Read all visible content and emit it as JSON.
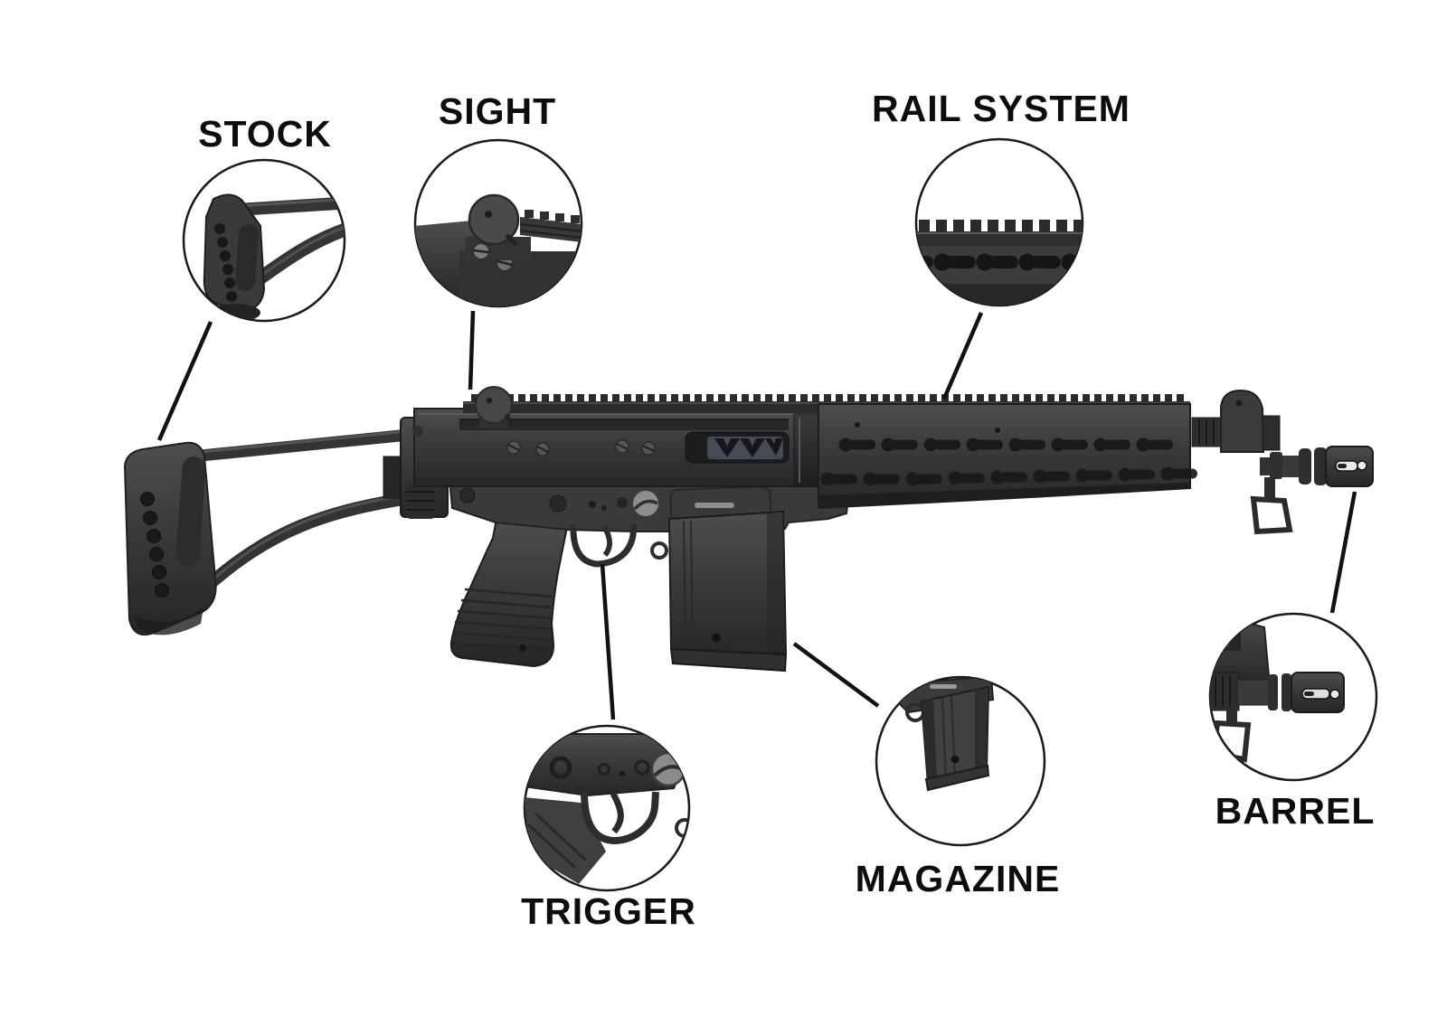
{
  "theme": {
    "background": "#ffffff",
    "label_color": "#0d0d0d",
    "line_color": "#121212",
    "circle_stroke": "#1a1a1a"
  },
  "diagram": {
    "subject": "tactical-rifle-parts-diagram",
    "callout_shape": "magnifier-circle"
  },
  "parts": [
    {
      "id": "stock",
      "label": "STOCK"
    },
    {
      "id": "sight",
      "label": "SIGHT"
    },
    {
      "id": "rail_system",
      "label": "RAIL SYSTEM"
    },
    {
      "id": "trigger",
      "label": "TRIGGER"
    },
    {
      "id": "magazine",
      "label": "MAGAZINE"
    },
    {
      "id": "barrel",
      "label": "BARREL"
    }
  ]
}
